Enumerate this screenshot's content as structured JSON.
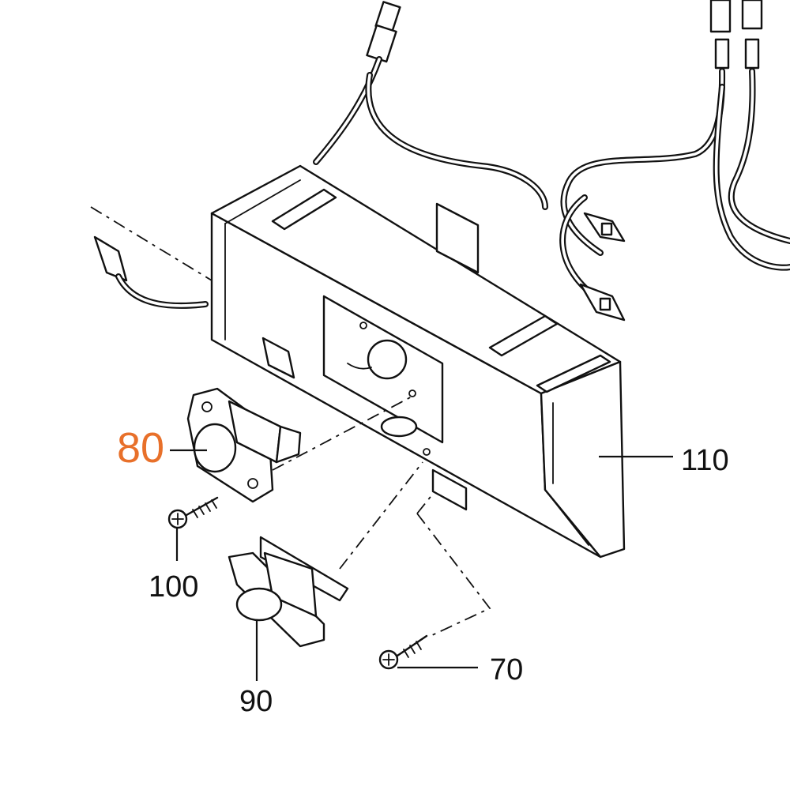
{
  "callouts": {
    "part_80": "80",
    "part_90": "90",
    "part_100": "100",
    "part_110": "110",
    "part_70": "70"
  },
  "colors": {
    "highlight": "#e8702a",
    "line": "#111111"
  }
}
